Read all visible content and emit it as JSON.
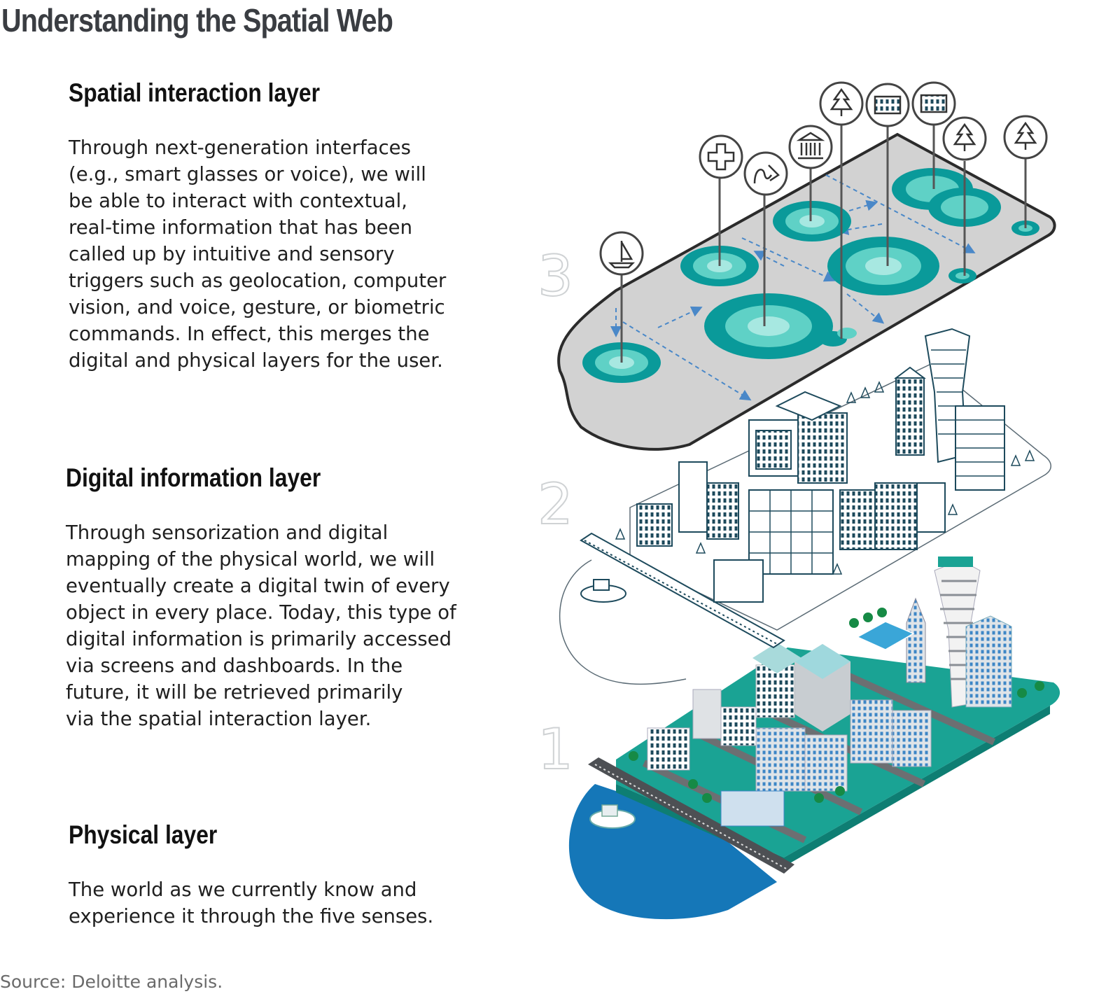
{
  "title": "Understanding the Spatial Web",
  "sections": [
    {
      "heading": "Spatial interaction layer",
      "body": "Through next-generation interfaces\n(e.g., smart glasses or voice), we will\nbe able to interact with contextual,\nreal-time information that has been\ncalled up by intuitive and sensory\ntriggers such as geolocation, computer\nvision, and voice, gesture, or biometric\ncommands. In effect, this merges the\ndigital and physical layers for the user."
    },
    {
      "heading": "Digital information layer",
      "body": "Through sensorization and digital\nmapping of the physical world, we will\neventually create a digital twin of every\nobject in every place. Today, this type of\ndigital information is primarily accessed\nvia screens and dashboards. In the\nfuture, it will be retrieved primarily\nvia the spatial interaction layer."
    },
    {
      "heading": "Physical layer",
      "body": "The world as we currently know and\nexperience it through the five senses."
    }
  ],
  "layer_numbers": [
    "3",
    "2",
    "1"
  ],
  "source": "Source: Deloitte analysis.",
  "poi_icons": [
    "sailboat-icon",
    "medical-cross-icon",
    "theater-icon",
    "museum-icon",
    "tree-icon",
    "building-icon",
    "building-icon",
    "tree-icon",
    "tree-icon"
  ],
  "colors": {
    "teal_dark": "#0a9a9a",
    "teal_light": "#5fd1c6",
    "platform_gray": "#d2d2d2",
    "outline_navy": "#1d4a5c",
    "water_blue": "#1577b8",
    "ground_green": "#1aa394",
    "arrow_blue": "#4a88c8"
  }
}
